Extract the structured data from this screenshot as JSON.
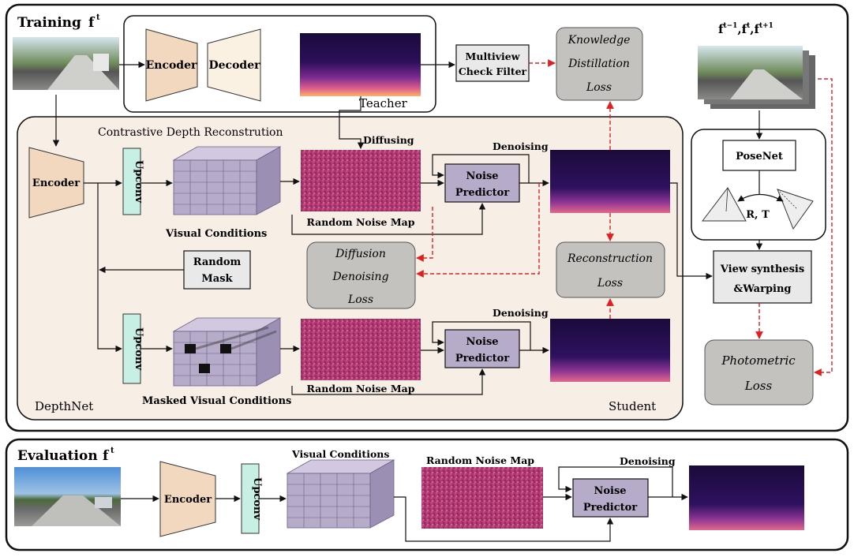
{
  "training": {
    "title": "Training",
    "frame_label": "f",
    "frame_sup": "t",
    "encoder": "Encoder",
    "decoder": "Decoder",
    "teacher": "Teacher",
    "multiview_line1": "Multiview",
    "multiview_line2": "Check Filter",
    "kd_line1": "Knowledge",
    "kd_line2": "Distillation",
    "kd_line3": "Loss",
    "frames_label": "f",
    "frames_sup1": "t−1",
    "frames_sup2": "t",
    "frames_sup3": "t+1",
    "posenet": "PoseNet",
    "rt": "R, T",
    "view_line1": "View synthesis",
    "view_line2": "&Warping",
    "photo_line1": "Photometric",
    "photo_line2": "Loss"
  },
  "student_box": {
    "contrastive": "Contrastive Depth Reconstrution",
    "encoder": "Encoder",
    "upconv": "Upconv",
    "visual_conditions": "Visual Conditions",
    "diffusing": "Diffusing",
    "random_noise_map": "Random Noise Map",
    "denoising": "Denoising",
    "noise": "Noise",
    "predictor": "Predictor",
    "random": "Random",
    "mask": "Mask",
    "diff_line1": "Diffusion",
    "diff_line2": "Denoising",
    "diff_line3": "Loss",
    "recon_line1": "Reconstruction",
    "recon_line2": "Loss",
    "masked_visual_conditions": "Masked Visual Conditions",
    "depthnet": "DepthNet",
    "student": "Student"
  },
  "evaluation": {
    "title": "Evaluation",
    "frame_label": "f",
    "frame_sup": "t",
    "encoder": "Encoder",
    "upconv": "Upconv",
    "visual_conditions": "Visual Conditions",
    "random_noise_map": "Random Noise Map",
    "denoising": "Denoising",
    "noise": "Noise",
    "predictor": "Predictor"
  },
  "colors": {
    "encoder_fill": "#f2d8bf",
    "decoder_fill": "#fbf1e2",
    "upconv_fill": "#c7efe3",
    "cube_fill": "#b6abc9",
    "student_bg": "#f7eee6",
    "loss_fill": "#c4c2bf",
    "box_fill": "#e9e9e9",
    "noise_fill": "#b23a6e",
    "arrow_red": "#e02020"
  }
}
